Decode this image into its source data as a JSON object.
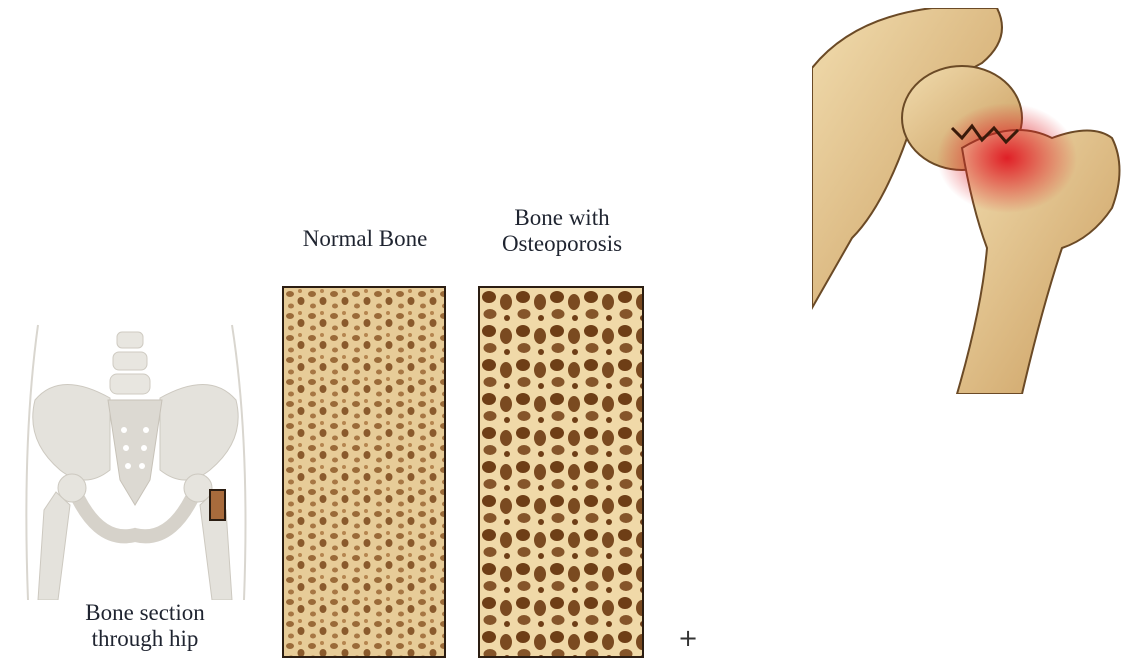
{
  "labels": {
    "normal_bone": "Normal Bone",
    "osteo_line1": "Bone with",
    "osteo_line2": "Osteoporosis",
    "hip_line1": "Bone section",
    "hip_line2": "through hip",
    "plus": "+"
  },
  "colors": {
    "bone_light": "#e9cf9c",
    "bone_dark": "#7a4a20",
    "fracture_red": "#d8222a",
    "pelvis_gray": "#e4e2dc",
    "frame": "#2b1d12"
  },
  "illustrations": {
    "pelvis": "pelvis-skeleton-illustration",
    "femur": "hip-fracture-illustration"
  }
}
